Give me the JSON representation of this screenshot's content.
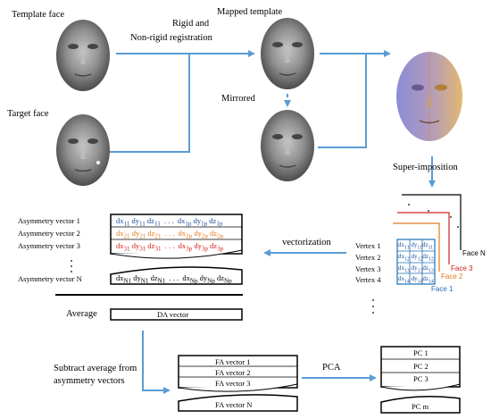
{
  "labels": {
    "template_face": "Template face",
    "target_face": "Target face",
    "registration_line1": "Rigid and",
    "registration_line2": "Non-rigid registration",
    "mapped_template": "Mapped template",
    "mirrored": "Mirrored",
    "superimposition": "Super-imposition",
    "vectorization": "vectorization",
    "average": "Average",
    "da_vector": "DA vector",
    "subtract_line1": "Subtract average from",
    "subtract_line2": "asymmetry vectors",
    "pca": "PCA"
  },
  "asymmetry_vectors": [
    {
      "label": "Asymmetry vector 1",
      "color": "#1f4e9a",
      "sub": "11"
    },
    {
      "label": "Asymmetry vector 2",
      "color": "#e07b1f",
      "sub": "21"
    },
    {
      "label": "Asymmetry vector 3",
      "color": "#d42020",
      "sub": "31"
    },
    {
      "label": "Asymmetry vector N",
      "color": "#000000",
      "sub": "N1"
    }
  ],
  "vertex_labels": [
    "Vertex 1",
    "Vertex 2",
    "Vertex 3",
    "Vertex 4"
  ],
  "face_labels": [
    {
      "label": "Face N",
      "color": "#000000"
    },
    {
      "label": "Face 3",
      "color": "#d42020"
    },
    {
      "label": "Face 2",
      "color": "#e07b1f"
    },
    {
      "label": "Face 1",
      "color": "#1f6fb5"
    }
  ],
  "fa_vectors": [
    "FA vector 1",
    "FA vector 2",
    "FA vector 3",
    "FA vector N"
  ],
  "pcs": [
    "PC 1",
    "PC 2",
    "PC 3",
    "PC m"
  ],
  "colors": {
    "arrow": "#5b9bd5",
    "face_blue": "#1f6fb5",
    "face_orange": "#e07b1f",
    "face_red": "#d42020"
  }
}
